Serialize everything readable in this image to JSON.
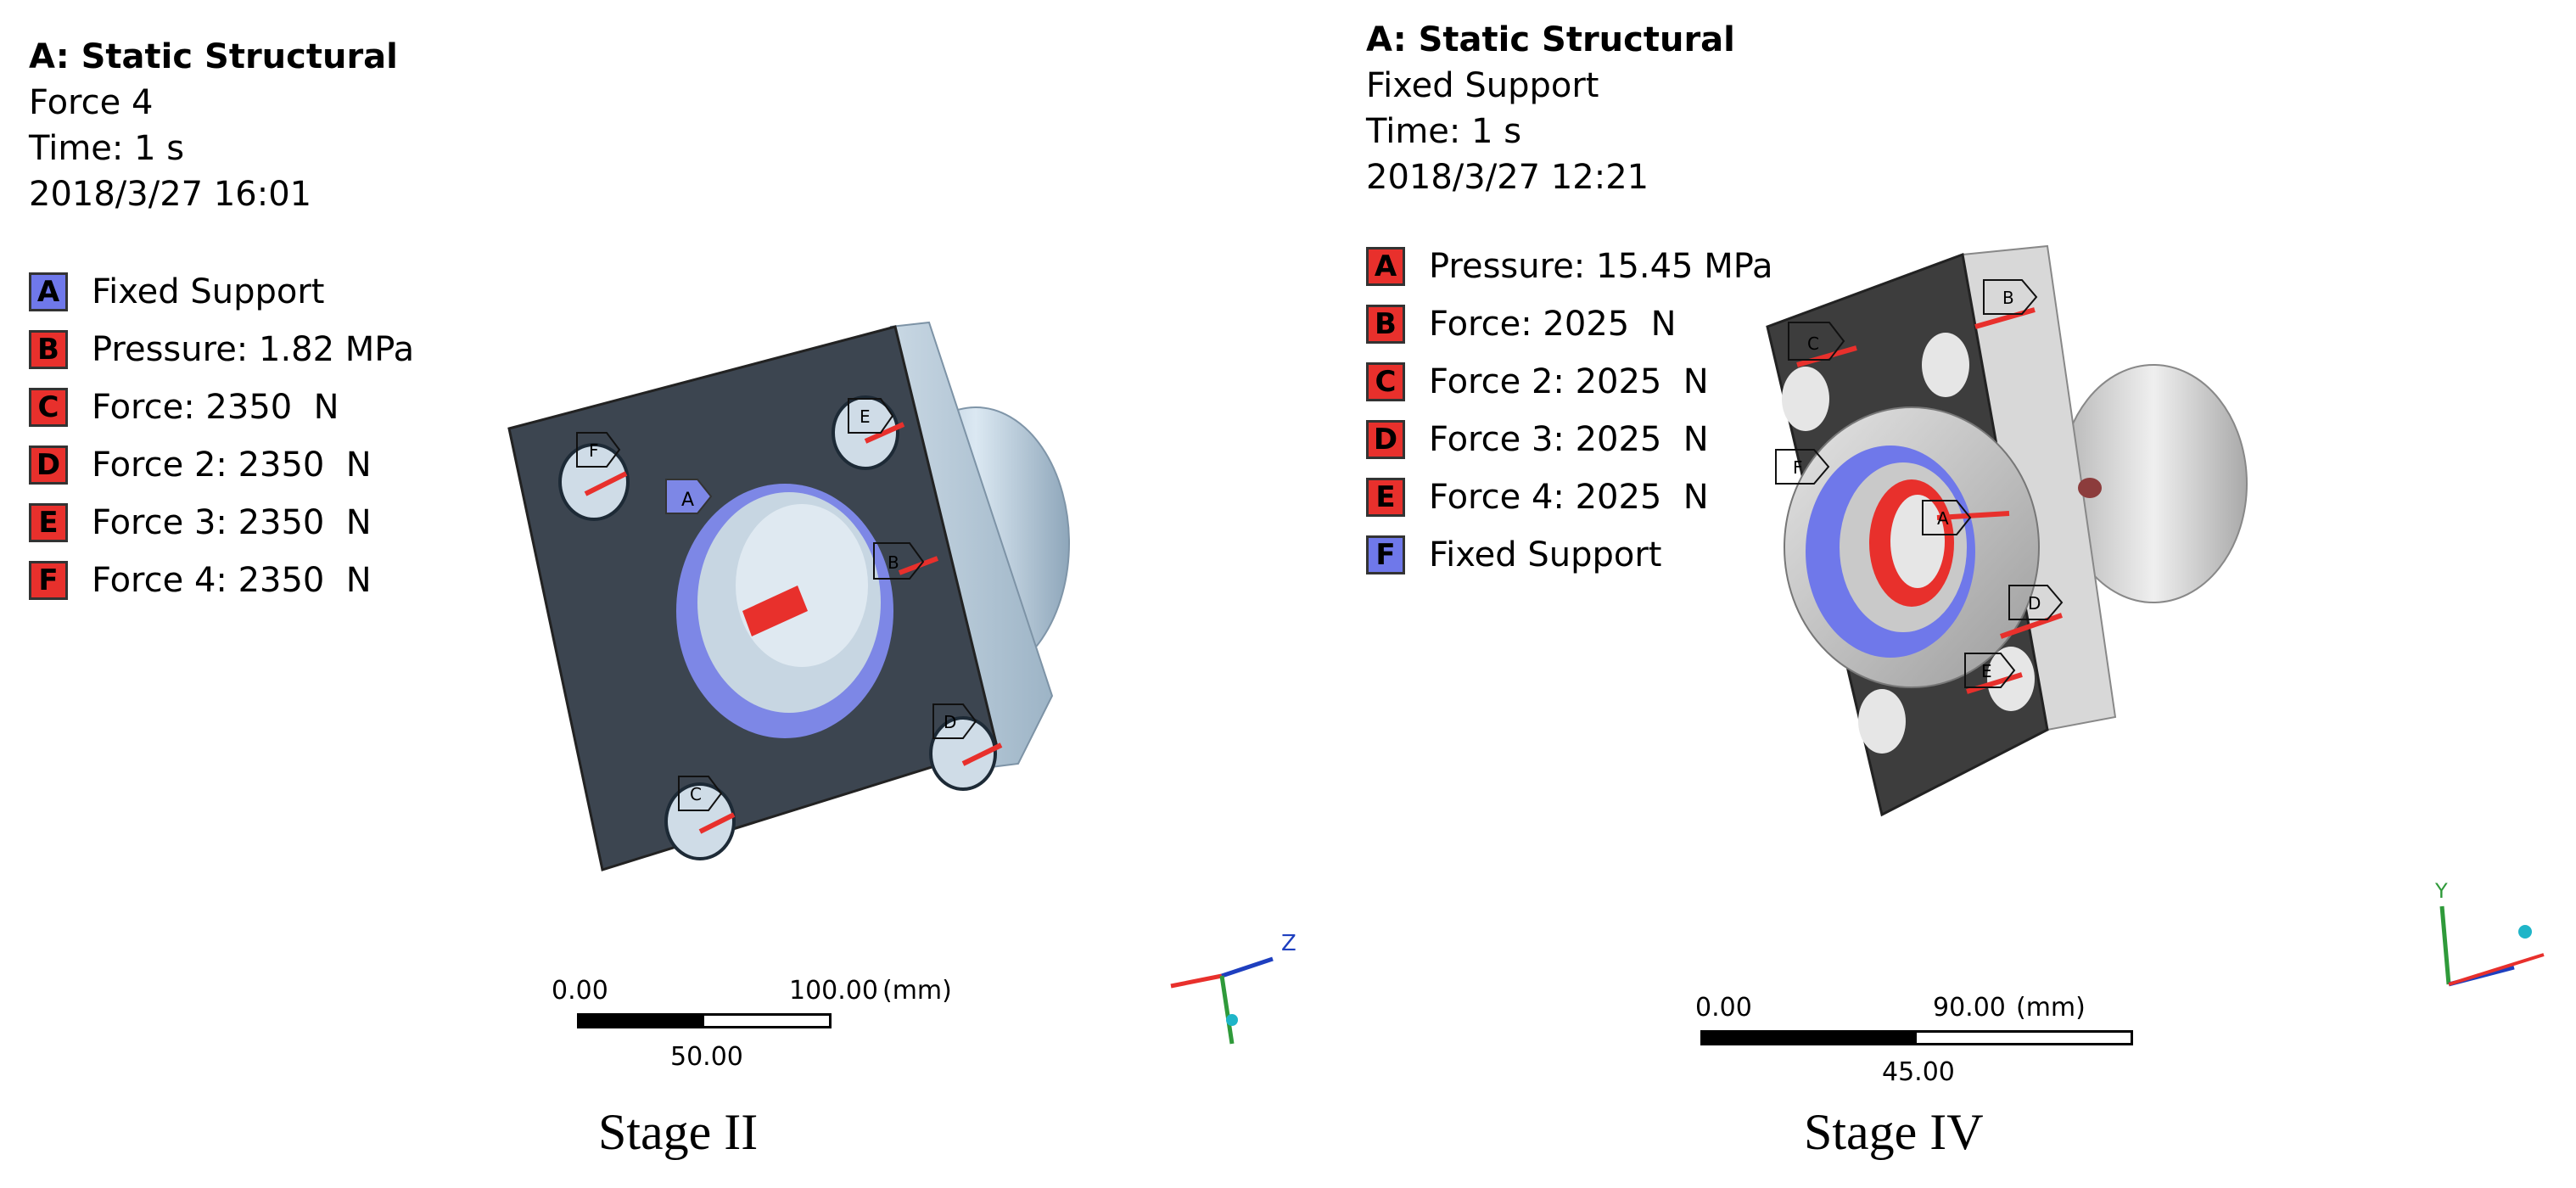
{
  "left": {
    "header": {
      "title": "A: Static Structural",
      "subtitle": "Force 4",
      "time": "Time: 1  s",
      "date": "2018/3/27 16:01"
    },
    "legend": [
      {
        "letter": "A",
        "text": "Fixed Support",
        "color": "#6f78ea"
      },
      {
        "letter": "B",
        "text": "Pressure: 1.82 MPa",
        "color": "#e8302c"
      },
      {
        "letter": "C",
        "text": "Force: 2350  N",
        "color": "#e8302c"
      },
      {
        "letter": "D",
        "text": "Force 2: 2350  N",
        "color": "#e8302c"
      },
      {
        "letter": "E",
        "text": "Force 3: 2350  N",
        "color": "#e8302c"
      },
      {
        "letter": "F",
        "text": "Force 4: 2350  N",
        "color": "#e8302c"
      }
    ],
    "scale": {
      "start": "0.00",
      "end": "100.00",
      "unit": "(mm)",
      "mid": "50.00"
    },
    "triad_axis_label": "Z",
    "stage": "Stage II"
  },
  "right": {
    "header": {
      "title": "A: Static Structural",
      "subtitle": "Fixed Support",
      "time": "Time: 1  s",
      "date": "2018/3/27 12:21"
    },
    "legend": [
      {
        "letter": "A",
        "text": "Pressure: 15.45 MPa",
        "color": "#e8302c"
      },
      {
        "letter": "B",
        "text": "Force: 2025  N",
        "color": "#e8302c"
      },
      {
        "letter": "C",
        "text": "Force 2: 2025  N",
        "color": "#e8302c"
      },
      {
        "letter": "D",
        "text": "Force 3: 2025  N",
        "color": "#e8302c"
      },
      {
        "letter": "E",
        "text": "Force 4: 2025  N",
        "color": "#e8302c"
      },
      {
        "letter": "F",
        "text": "Fixed Support",
        "color": "#6f78ea"
      }
    ],
    "scale": {
      "start": "0.00",
      "end": "90.00",
      "unit": "(mm)",
      "mid": "45.00"
    },
    "triad_axis_label": "Y",
    "stage": "Stage IV"
  }
}
